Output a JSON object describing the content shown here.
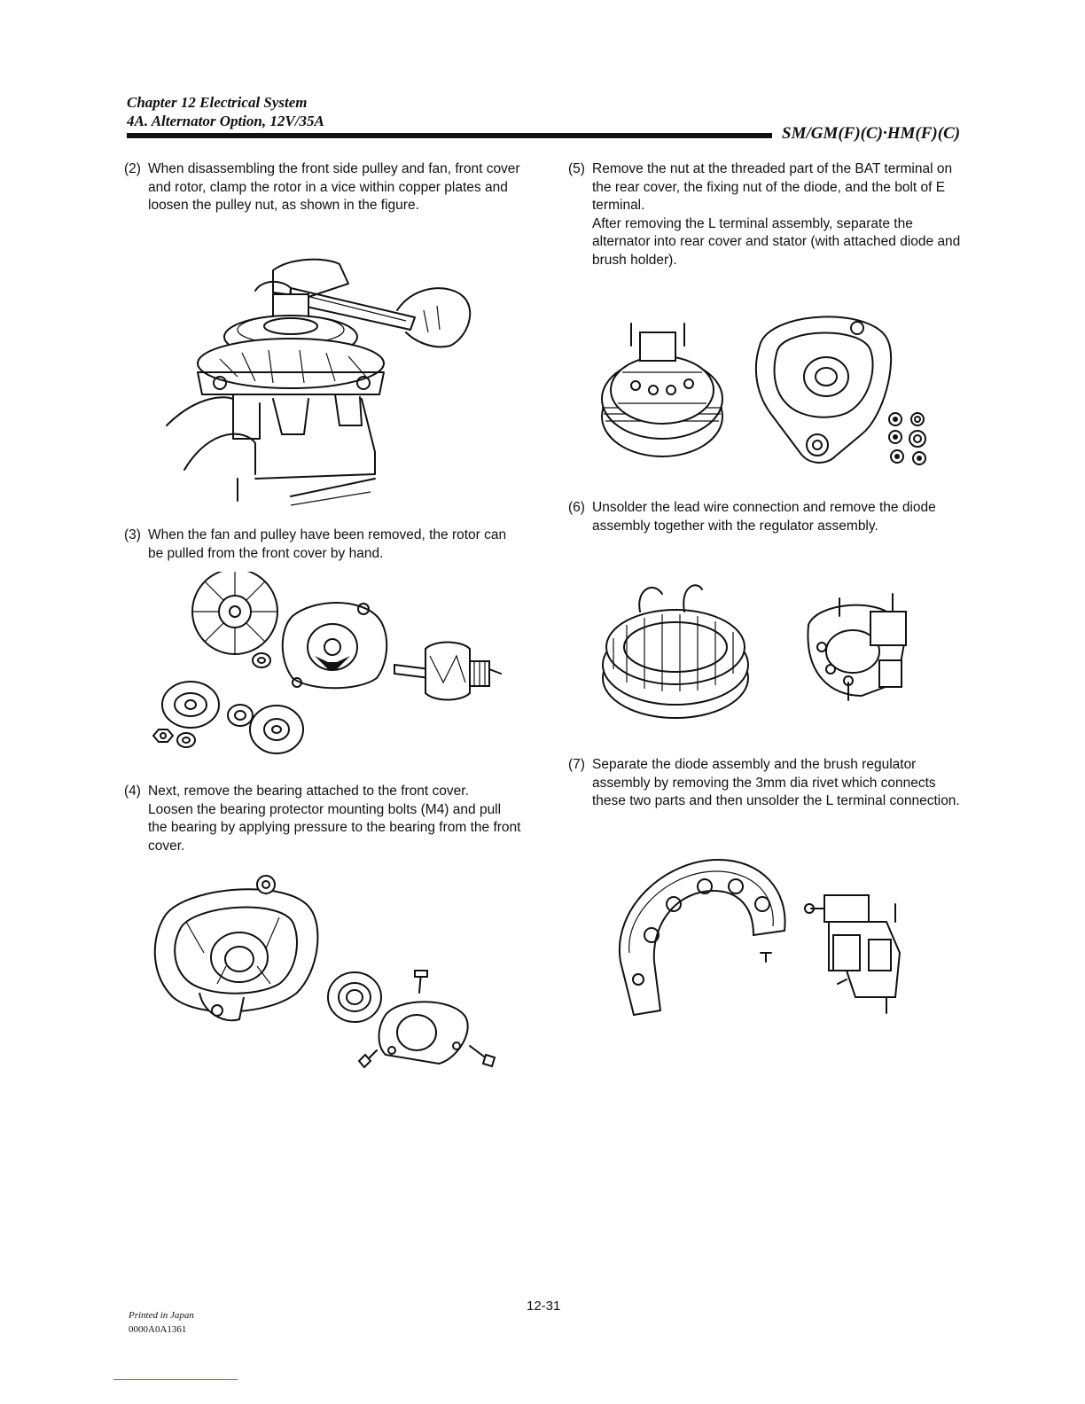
{
  "header": {
    "chapter": "Chapter 12 Electrical System",
    "section": "4A. Alternator Option, 12V/35A",
    "models": "SM/GM(F)(C)·HM(F)(C)"
  },
  "steps": [
    {
      "num": "(2)",
      "lines": [
        "When disassembling the front side pulley and fan, front cover and rotor, clamp the rotor in a vice within copper plates and loosen the pulley nut, as shown in the figure."
      ]
    },
    {
      "num": "(3)",
      "lines": [
        "When the fan and pulley have been removed, the rotor can be pulled from the front cover by hand."
      ]
    },
    {
      "num": "(4)",
      "lines": [
        "Next, remove the bearing attached to the front cover.",
        "Loosen the bearing protector mounting bolts (M4) and pull the bearing by applying pressure to the bearing from the front cover."
      ]
    },
    {
      "num": "(5)",
      "lines": [
        "Remove the nut at the threaded part of the BAT terminal on the rear cover, the fixing nut of the diode, and the bolt of E terminal.",
        "After removing the L terminal assembly, separate the alternator into rear cover and stator (with attached diode and brush holder)."
      ]
    },
    {
      "num": "(6)",
      "lines": [
        "Unsolder the lead wire connection and remove the diode assembly together with the regulator assembly."
      ]
    },
    {
      "num": "(7)",
      "lines": [
        "Separate the diode assembly and the brush regulator assembly by removing the 3mm dia rivet which connects these two parts and then unsolder the L terminal connection."
      ]
    }
  ],
  "footer": {
    "printed": "Printed in Japan",
    "code": "0000A0A1361",
    "page": "12-31"
  }
}
